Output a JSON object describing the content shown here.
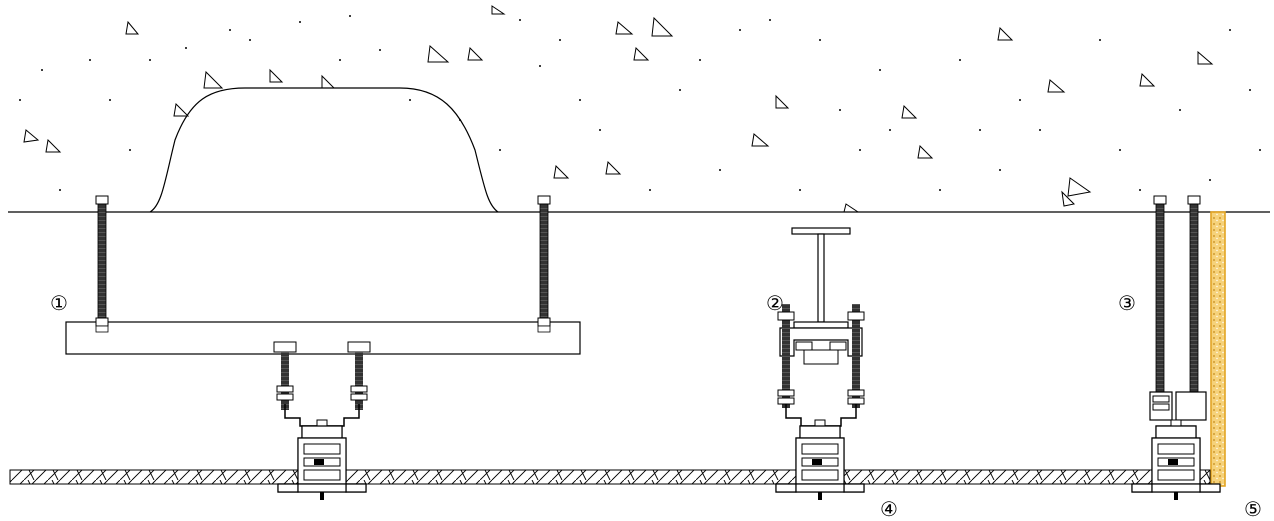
{
  "labels": {
    "l1": "①",
    "l2": "②",
    "l3": "③",
    "l4": "④",
    "l5": "⑤"
  },
  "colors": {
    "line": "#000000",
    "rod": "#333333",
    "insulation": "#f0b840",
    "background": "#ffffff"
  }
}
